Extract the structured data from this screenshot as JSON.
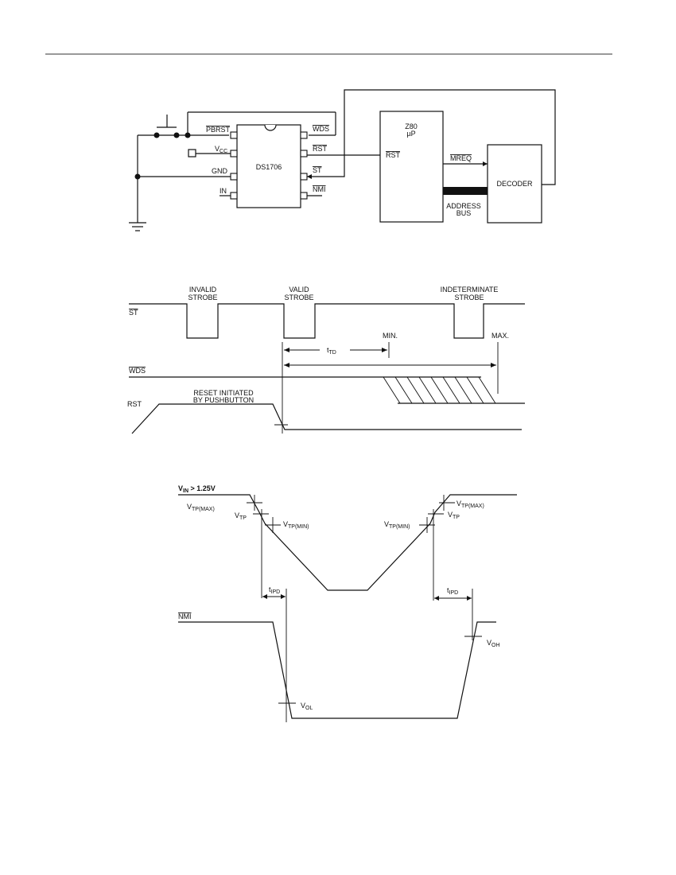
{
  "schematic": {
    "chip_name": "DS1706",
    "pins_left": [
      "PBRST",
      "VCC",
      "GND",
      "IN"
    ],
    "pins_right": [
      "WDS",
      "RST",
      "ST",
      "NMI"
    ],
    "cpu_name": "Z80",
    "cpu_sub": "µP",
    "cpu_pin": "RST",
    "mreq": "MREQ",
    "decoder": "DECODER",
    "bus_line1": "ADDRESS",
    "bus_line2": "BUS"
  },
  "timing": {
    "st_label": "ST",
    "wds_label": "WDS",
    "rst_label": "RST",
    "invalid_1": "INVALID",
    "invalid_2": "STROBE",
    "valid_1": "VALID",
    "valid_2": "STROBE",
    "indet_1": "INDETERMINATE",
    "indet_2": "STROBE",
    "min": "MIN.",
    "max": "MAX.",
    "ttd_base": "t",
    "ttd_sub": "TD",
    "reset_1": "RESET INITIATED",
    "reset_2": "BY PUSHBUTTON"
  },
  "nmi_timing": {
    "vin_base": "V",
    "vin_sub": "IN",
    "vin_rest": " > 1.25V",
    "vtpmax_sub": "TP(MAX)",
    "vtp_sub": "TP",
    "vtpmin_sub": "TP(MIN)",
    "v_base": "V",
    "t_base": "t",
    "tipd_sub": "IPD",
    "nmi_label": "NMI",
    "vol_sub": "OL",
    "voh_sub": "OH"
  }
}
